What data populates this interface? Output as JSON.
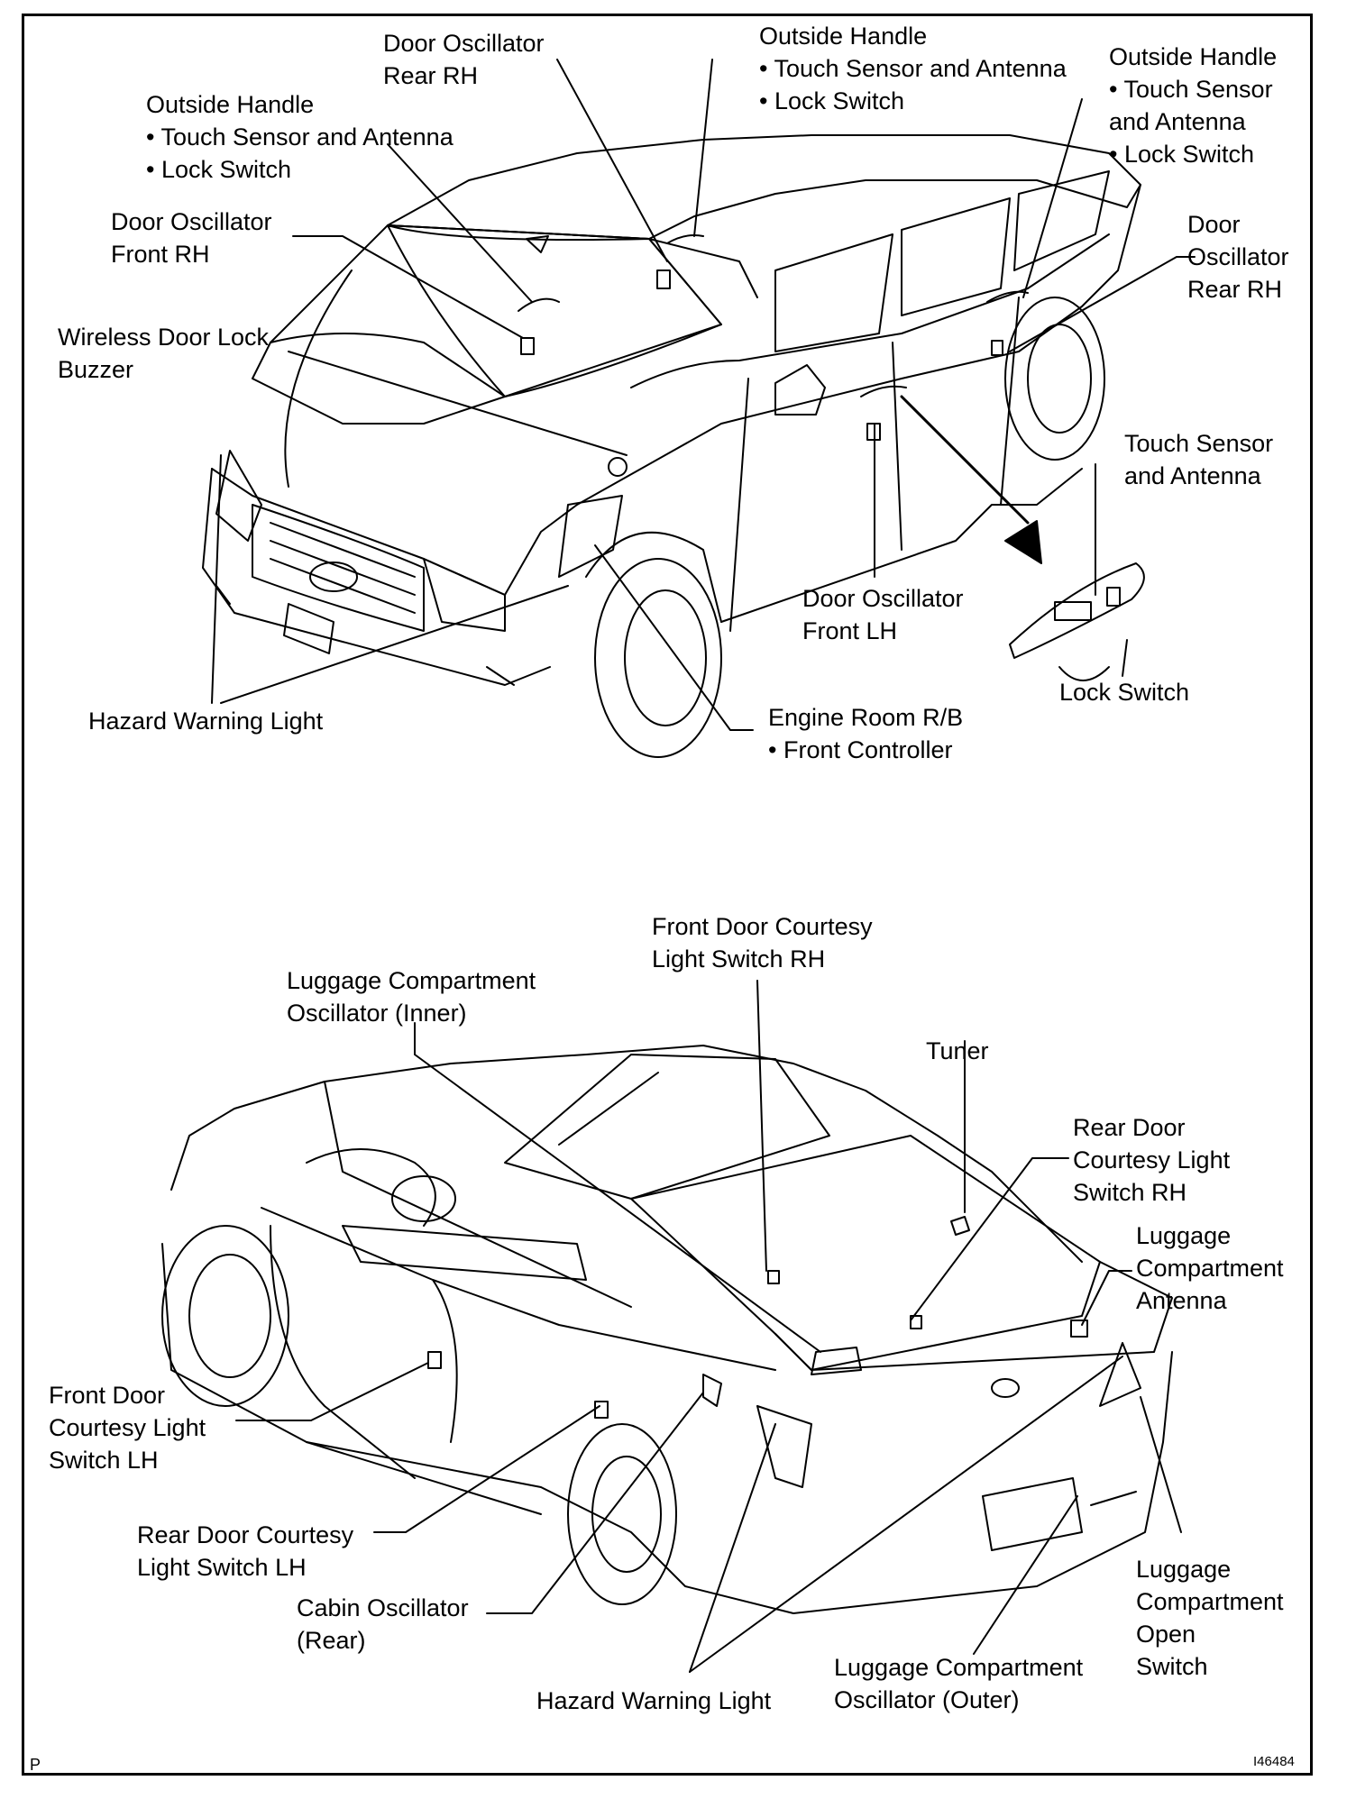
{
  "labels": {
    "door_osc_rear_rh_top": [
      "Door Oscillator",
      "Rear RH"
    ],
    "outside_handle_mid": [
      "Outside Handle",
      "• Touch Sensor and Antenna",
      "• Lock Switch"
    ],
    "outside_handle_left": [
      "Outside Handle",
      "• Touch Sensor and Antenna",
      "• Lock Switch"
    ],
    "outside_handle_right": [
      "Outside Handle",
      "• Touch Sensor",
      "and Antenna",
      "• Lock Switch"
    ],
    "door_osc_front_rh": [
      "Door Oscillator",
      "Front RH"
    ],
    "door_osc_rear_rh_right": [
      "Door",
      "Oscillator",
      "Rear RH"
    ],
    "wireless_buzzer": [
      "Wireless Door Lock",
      "Buzzer"
    ],
    "touch_sensor": [
      "Touch Sensor",
      "and Antenna"
    ],
    "door_osc_front_lh": [
      "Door Oscillator",
      "Front LH"
    ],
    "lock_switch": [
      "Lock Switch"
    ],
    "hazard_top": [
      "Hazard Warning Light"
    ],
    "engine_room": [
      "Engine Room R/B",
      "• Front Controller"
    ],
    "front_courtesy_rh": [
      "Front Door Courtesy",
      "Light Switch RH"
    ],
    "luggage_osc_inner": [
      "Luggage Compartment",
      "Oscillator (Inner)"
    ],
    "tuner": [
      "Tuner"
    ],
    "rear_courtesy_rh": [
      "Rear Door",
      "Courtesy Light",
      "Switch RH"
    ],
    "luggage_antenna": [
      "Luggage",
      "Compartment",
      "Antenna"
    ],
    "front_courtesy_lh": [
      "Front Door",
      "Courtesy Light",
      "Switch LH"
    ],
    "rear_courtesy_lh": [
      "Rear Door Courtesy",
      "Light Switch LH"
    ],
    "cabin_osc_rear": [
      "Cabin Oscillator",
      "(Rear)"
    ],
    "luggage_open_switch": [
      "Luggage",
      "Compartment",
      "Open",
      "Switch"
    ],
    "hazard_bottom": [
      "Hazard Warning Light"
    ],
    "luggage_osc_outer": [
      "Luggage Compartment",
      "Oscillator (Outer)"
    ]
  },
  "corner": {
    "left": "P",
    "right": "I46484"
  }
}
